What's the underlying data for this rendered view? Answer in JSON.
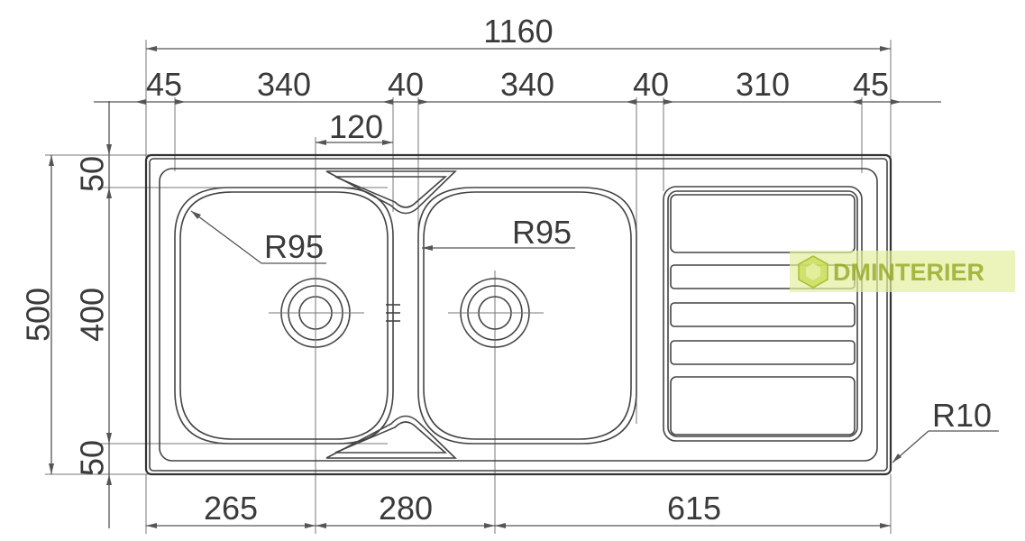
{
  "dimensions": {
    "overall_width": "1160",
    "segments_top": [
      "45",
      "340",
      "40",
      "340",
      "40",
      "310",
      "45"
    ],
    "drain_offset": "120",
    "segments_bottom": [
      "265",
      "280",
      "615"
    ],
    "overall_height": "500",
    "inner_height": "400",
    "rim_top": "50",
    "rim_bottom": "50"
  },
  "radii": {
    "bowl_left": "R95",
    "bowl_right": "R95",
    "corner": "R10"
  },
  "watermark": {
    "text": "DMINTERIER",
    "colors": {
      "background": "#e4f0a0",
      "text": "#8fa31a"
    },
    "icon": "hexagon-logo-icon"
  }
}
